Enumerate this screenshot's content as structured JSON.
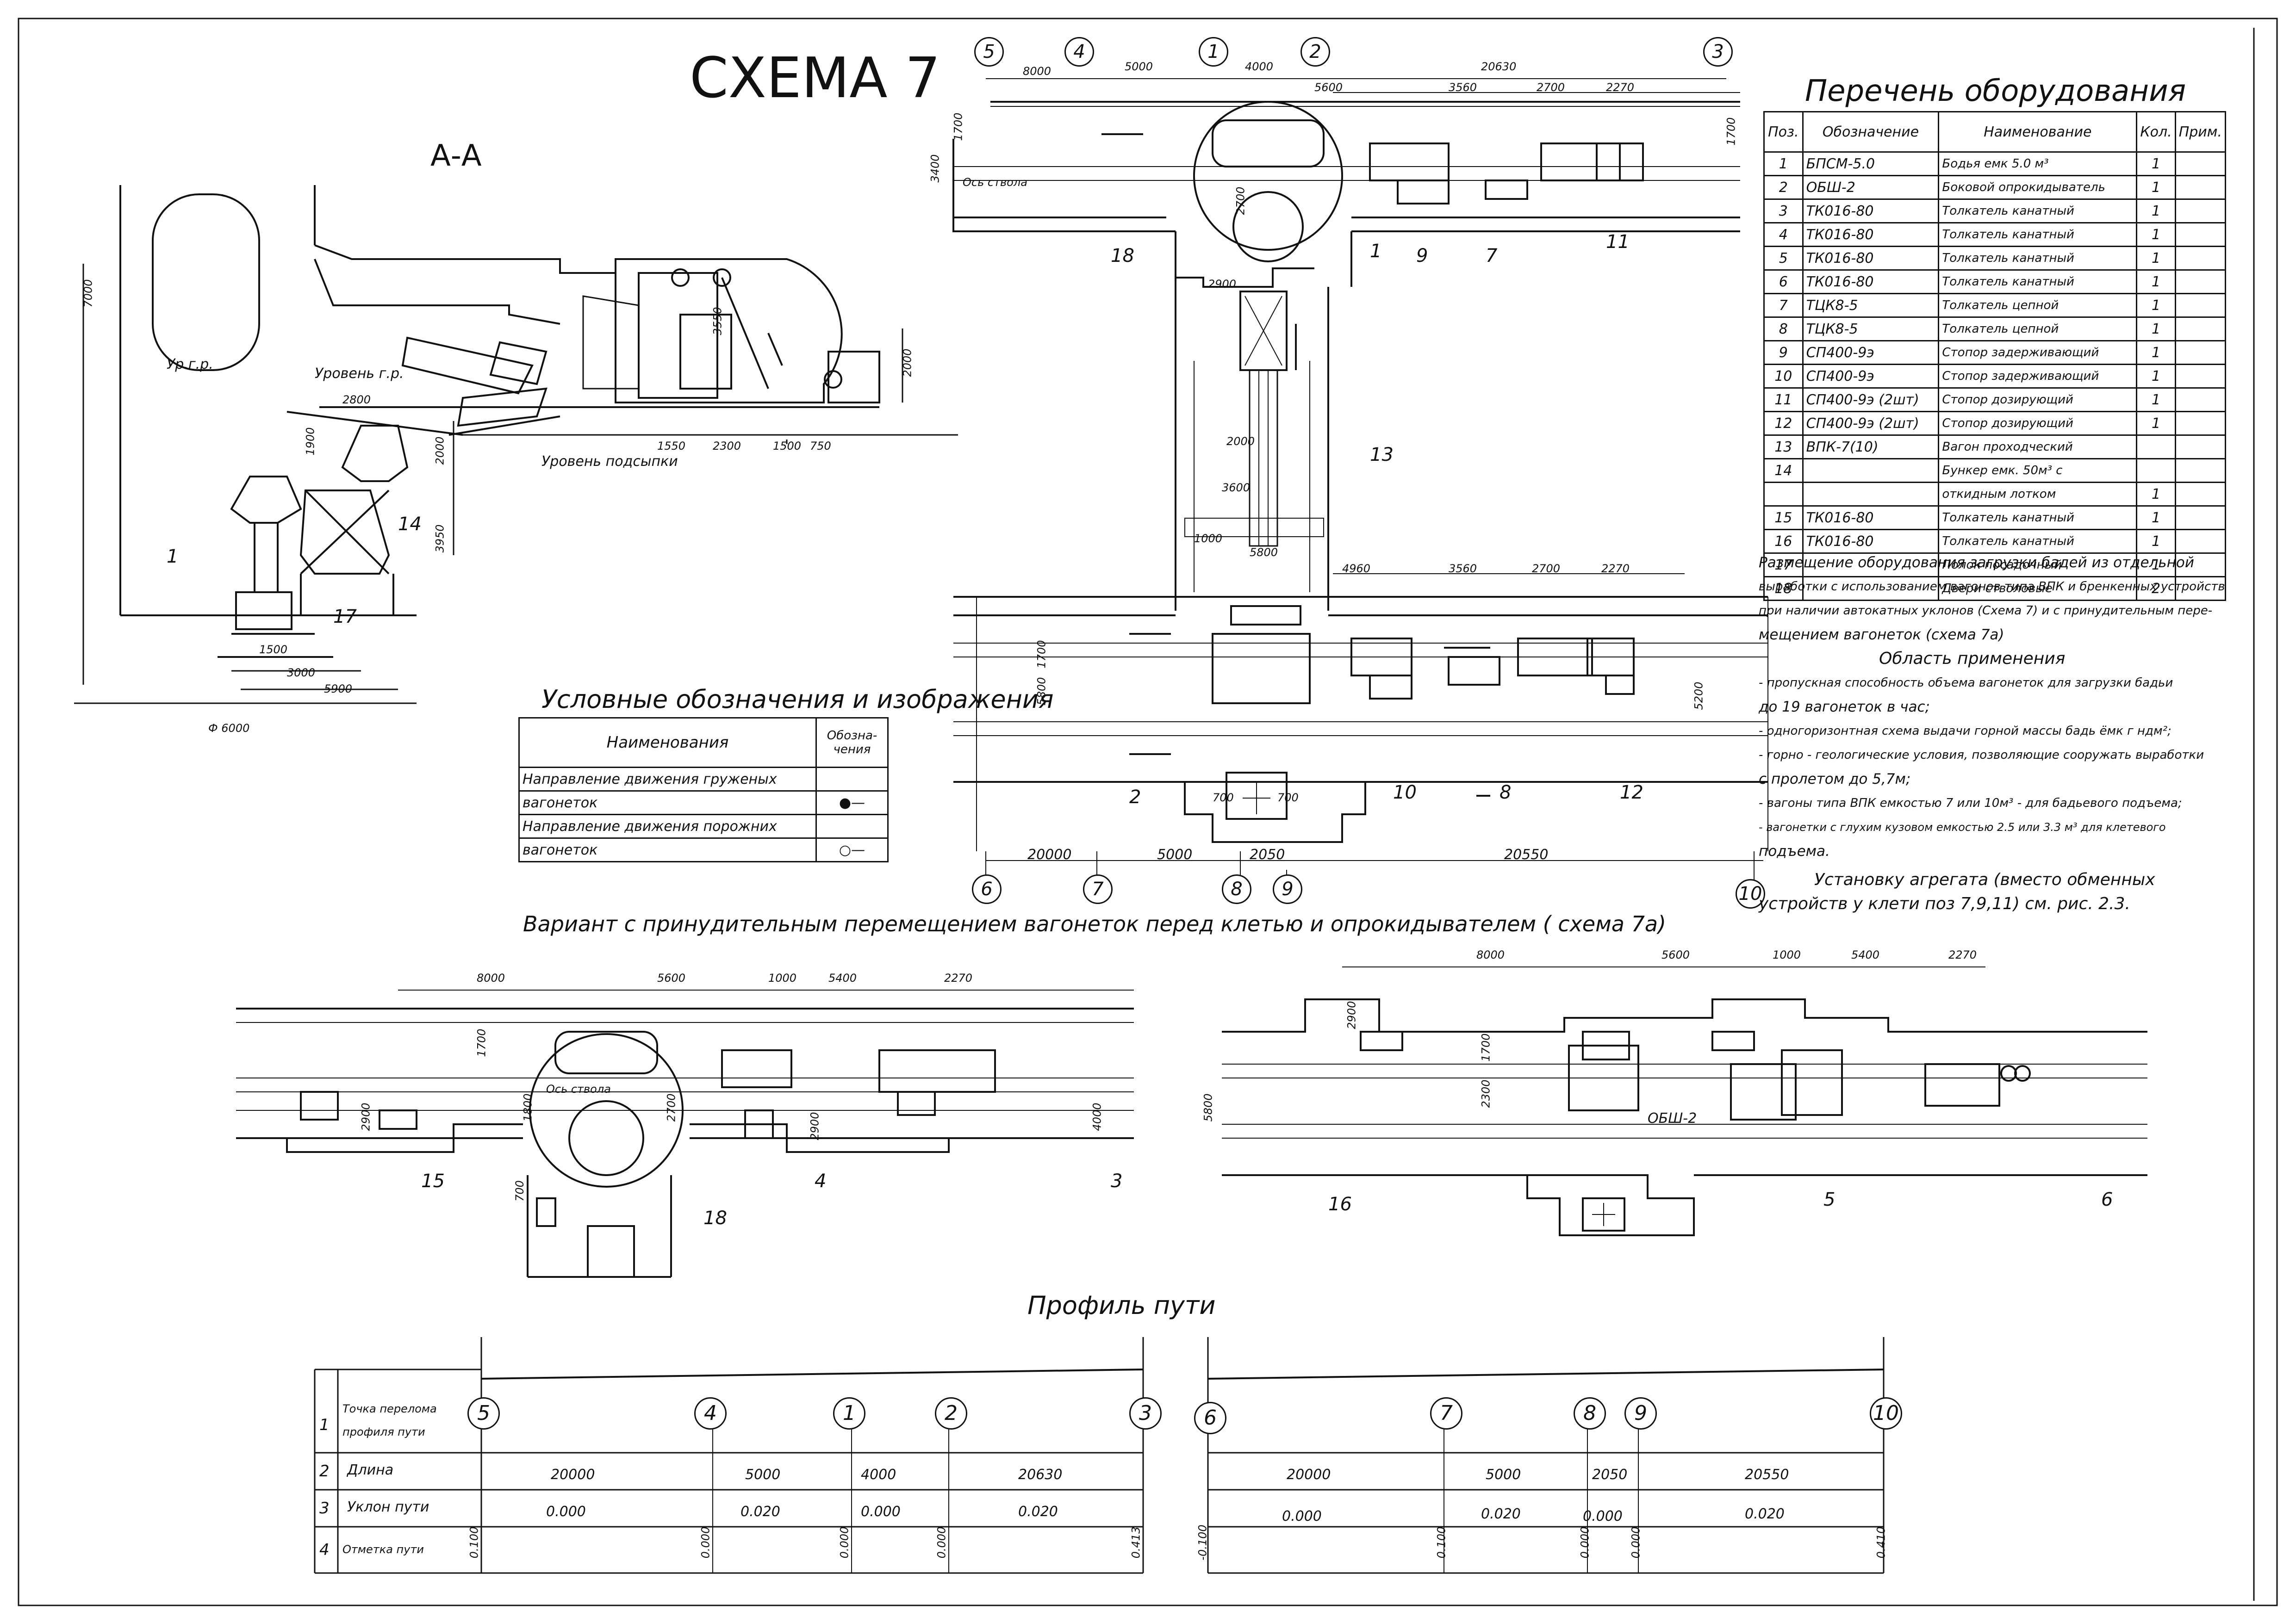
{
  "title": "СХЕМА 7",
  "section_label": "А-А",
  "section_view": {
    "labels": [
      "Ур.г.р.",
      "Уровень г.р.",
      "Уровень подсыпки"
    ],
    "dims": [
      "7000",
      "2800",
      "1900",
      "2000",
      "3550",
      "2000",
      "1550",
      "2300",
      "1500",
      "750",
      "3950",
      "1500",
      "3000",
      "5900",
      "Ф 6000"
    ],
    "callouts": [
      "1",
      "14",
      "17"
    ]
  },
  "equipment_list": {
    "title": "Перечень оборудования",
    "headers": [
      "Поз.",
      "Обозначение",
      "Наименование",
      "Кол.",
      "Прим."
    ],
    "rows": [
      [
        "1",
        "БПСМ-5.0",
        "Бодья емк 5.0 м³",
        "1",
        ""
      ],
      [
        "2",
        "ОБШ-2",
        "Боковой опрокидыватель",
        "1",
        ""
      ],
      [
        "3",
        "ТК016-80",
        "Толкатель канатный",
        "1",
        ""
      ],
      [
        "4",
        "ТК016-80",
        "Толкатель канатный",
        "1",
        ""
      ],
      [
        "5",
        "ТК016-80",
        "Толкатель канатный",
        "1",
        ""
      ],
      [
        "6",
        "ТК016-80",
        "Толкатель канатный",
        "1",
        ""
      ],
      [
        "7",
        "ТЦК8-5",
        "Толкатель цепной",
        "1",
        ""
      ],
      [
        "8",
        "ТЦК8-5",
        "Толкатель цепной",
        "1",
        ""
      ],
      [
        "9",
        "СП400-9э",
        "Стопор задерживающий",
        "1",
        ""
      ],
      [
        "10",
        "СП400-9э",
        "Стопор задерживающий",
        "1",
        ""
      ],
      [
        "11",
        "СП400-9э (2шт)",
        "Стопор дозирующий",
        "1",
        ""
      ],
      [
        "12",
        "СП400-9э (2шт)",
        "Стопор дозирующий",
        "1",
        ""
      ],
      [
        "13",
        "ВПК-7(10)",
        "Вагон проходческий",
        "",
        ""
      ],
      [
        "14",
        "",
        "Бункер емк. 50м³ с",
        "",
        ""
      ],
      [
        "",
        "",
        "откидным лотком",
        "1",
        ""
      ],
      [
        "15",
        "ТК016-80",
        "Толкатель канатный",
        "1",
        ""
      ],
      [
        "16",
        "ТК016-80",
        "Толкатель канатный",
        "1",
        ""
      ],
      [
        "17",
        "",
        "Полок посадочный",
        "1",
        ""
      ],
      [
        "18",
        "",
        "Двери стволовые",
        "2",
        ""
      ]
    ]
  },
  "notes": {
    "intro": [
      "Размещение оборудования загрузки бадей из отдельной",
      "выработки с использованием вагонов типа ВПК и бренкенных устройств",
      "при наличии автокатных уклонов (Схема 7) и с принудительным пере-",
      "мещением вагонеток (схема 7а)"
    ],
    "heading": "Область применения",
    "items": [
      "- пропускная способность объема вагонеток для загрузки бадьи",
      "  до 19 вагонеток в час;",
      "- одногоризонтная схема выдачи горной массы бадь ёмк г  ндм²;",
      "- горно - геологические условия, позволяющие сооружать выработки",
      "  с пролетом до 5,7м;",
      "- вагоны типа ВПК емкостью 7 или 10м³ - для бадьевого подъема;",
      "- вагонетки с глухим кузовом емкостью 2.5 или 3.3 м³ для клетевого",
      "  подъема."
    ],
    "footer": [
      "Установку агрегата (вместо обменных",
      "устройств у клети поз 7,9,11) см. рис. 2.3."
    ]
  },
  "legend": {
    "title": "Условные обозначения и изображения",
    "headers": [
      "Наименования",
      "Обозна-чения"
    ],
    "rows": [
      [
        "Направление движения груженых",
        ""
      ],
      [
        "вагонеток",
        "●—"
      ],
      [
        "Направление движения порожних",
        ""
      ],
      [
        "вагонеток",
        "○—"
      ]
    ]
  },
  "plan_top": {
    "axis_marks_top": [
      "5",
      "4",
      "1",
      "2",
      "3"
    ],
    "axis_marks_bottom": [
      "6",
      "7",
      "8",
      "9",
      "10"
    ],
    "dims_top": [
      "8000",
      "5000",
      "4000",
      "20630",
      "5600",
      "3560",
      "2700",
      "2270"
    ],
    "dims_mid": [
      "4960",
      "3560",
      "2700",
      "2270"
    ],
    "dims_bottom": [
      "20000",
      "5000",
      "2050",
      "20550"
    ],
    "dims_side": [
      "1700",
      "3400",
      "1700",
      "2700",
      "2900",
      "2000",
      "3600",
      "5800",
      "1000",
      "1700",
      "5800",
      "700",
      "700",
      "5200"
    ],
    "labels": [
      "Ось ствола",
      "Ось ствола"
    ],
    "callouts": [
      "18",
      "1",
      "9",
      "7",
      "11",
      "13",
      "2",
      "10",
      "8",
      "12"
    ]
  },
  "variant": {
    "title": "Вариант с принудительным перемещением вагонеток перед клетью и опрокидывателем ( схема 7а)",
    "left": {
      "dims": [
        "8000",
        "5600",
        "1000",
        "5400",
        "2270",
        "1700",
        "2900",
        "1800",
        "2900",
        "4000",
        "2700",
        "700"
      ],
      "labels": [
        "Ось ствола"
      ],
      "callouts": [
        "15",
        "4",
        "3",
        "18"
      ]
    },
    "right": {
      "dims": [
        "8000",
        "5600",
        "1000",
        "5400",
        "2270",
        "2900",
        "1700",
        "2300",
        "5800"
      ],
      "labels": [
        "ОБШ-2"
      ],
      "callouts": [
        "16",
        "5",
        "6"
      ]
    }
  },
  "profile": {
    "title": "Профиль пути",
    "rows": [
      {
        "num": "1",
        "label": "Точка перелома профиля пути"
      },
      {
        "num": "2",
        "label": "Длина"
      },
      {
        "num": "3",
        "label": "Уклон пути"
      },
      {
        "num": "4",
        "label": "Отметка пути"
      }
    ],
    "left": {
      "points": [
        "5",
        "4",
        "1",
        "2",
        "3"
      ],
      "lengths": [
        "20000",
        "5000",
        "4000",
        "20630"
      ],
      "slopes": [
        "0.000",
        "0.020",
        "0.000",
        "0.020"
      ],
      "marks": [
        "0.100",
        "0.000",
        "0.000",
        "0.000",
        "0.413"
      ]
    },
    "right": {
      "points": [
        "6",
        "7",
        "8",
        "9",
        "10"
      ],
      "lengths": [
        "20000",
        "5000",
        "2050",
        "20550"
      ],
      "slopes": [
        "0.000",
        "0.020",
        "0.000",
        "0.020"
      ],
      "marks": [
        "-0.100",
        "0.100",
        "0.000",
        "0.000",
        "0.410"
      ]
    }
  }
}
